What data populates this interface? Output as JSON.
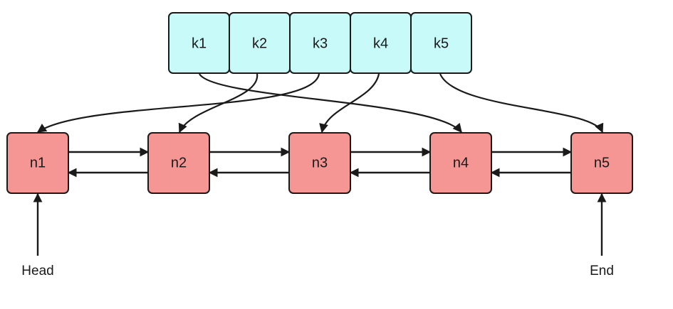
{
  "keys": [
    {
      "label": "k1"
    },
    {
      "label": "k2"
    },
    {
      "label": "k3"
    },
    {
      "label": "k4"
    },
    {
      "label": "k5"
    }
  ],
  "nodes": [
    {
      "label": "n1"
    },
    {
      "label": "n2"
    },
    {
      "label": "n3"
    },
    {
      "label": "n4"
    },
    {
      "label": "n5"
    }
  ],
  "labels": {
    "head": "Head",
    "end": "End"
  },
  "mapping": [
    {
      "key": "k1",
      "node": "n4"
    },
    {
      "key": "k2",
      "node": "n2"
    },
    {
      "key": "k3",
      "node": "n1"
    },
    {
      "key": "k4",
      "node": "n3"
    },
    {
      "key": "k5",
      "node": "n5"
    }
  ],
  "colors": {
    "key_fill": "#c8fafa",
    "node_fill": "#f59694",
    "stroke": "#1a1a1a"
  }
}
